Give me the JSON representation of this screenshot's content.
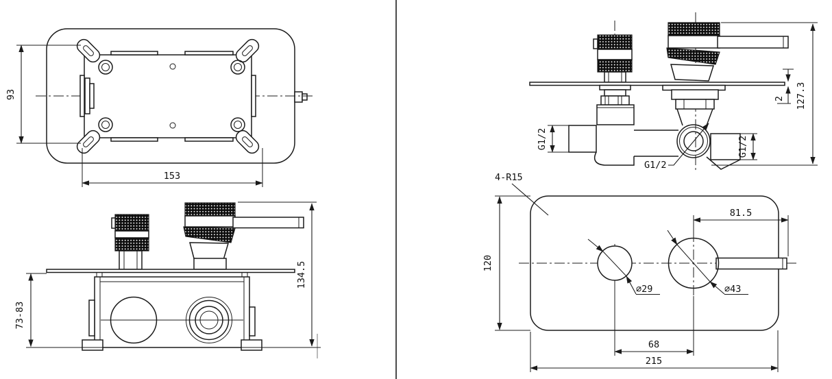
{
  "drawing": {
    "colors": {
      "line": "#1b1b1b",
      "knurl_fill": "#0d0d0d",
      "background": "#ffffff",
      "divider": "#4a4a4a"
    },
    "views": {
      "top_plan": {
        "dim_width": "153",
        "dim_height": "93"
      },
      "front_elevation": {
        "dim_depth_range": "73-83",
        "dim_overall_height": "134.5"
      },
      "side_elevation": {
        "dim_plate_thickness": "2",
        "dim_overall_height": "127.3",
        "port_left": "G1/2",
        "port_bottom": "G1/2",
        "port_right": "G1/2"
      },
      "face_plate": {
        "corner_radius": "4-R15",
        "dim_height": "120",
        "dim_width": "215",
        "dim_hole_spacing": "68",
        "dim_handle_offset": "81.5",
        "small_hole": "∅29",
        "large_hole": "∅43"
      }
    }
  }
}
